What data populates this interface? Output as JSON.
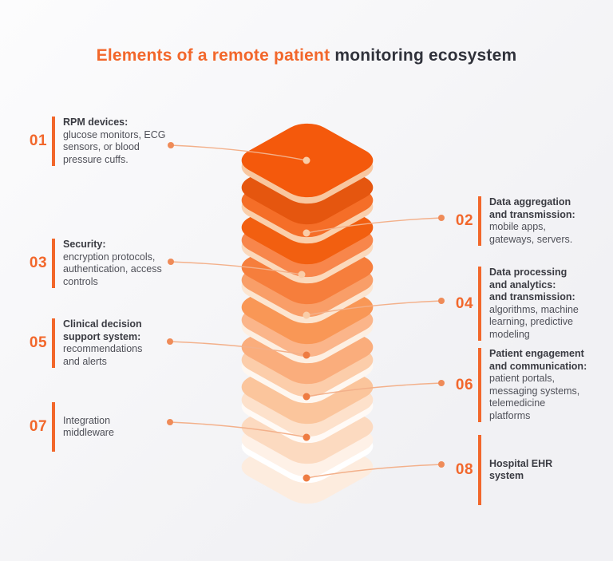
{
  "title": {
    "highlight": "Elements of a remote patient",
    "rest": "monitoring ecosystem"
  },
  "items": [
    {
      "num": "01",
      "side": "left",
      "heading_lines": [
        "RPM devices:"
      ],
      "body_lines": [
        "glucose monitors, ECG",
        "sensors, or blood",
        "pressure cuffs."
      ]
    },
    {
      "num": "02",
      "side": "right",
      "heading_lines": [
        "Data aggregation",
        "and transmission:"
      ],
      "body_lines": [
        "mobile apps,",
        "gateways, servers."
      ]
    },
    {
      "num": "03",
      "side": "left",
      "heading_lines": [
        "Security:"
      ],
      "body_lines": [
        "encryption protocols,",
        "authentication, access",
        "controls"
      ]
    },
    {
      "num": "04",
      "side": "right",
      "heading_lines": [
        "Data processing",
        "and analytics:",
        "and transmission:"
      ],
      "body_lines": [
        "algorithms, machine",
        "learning, predictive",
        "modeling"
      ]
    },
    {
      "num": "05",
      "side": "left",
      "heading_lines": [
        "Clinical decision",
        "support system:"
      ],
      "body_lines": [
        "recommendations",
        "and alerts"
      ]
    },
    {
      "num": "06",
      "side": "right",
      "heading_lines": [
        "Patient engagement",
        "and communication:"
      ],
      "body_lines": [
        "patient portals,",
        "messaging systems,",
        "telemedicine",
        "platforms"
      ]
    },
    {
      "num": "07",
      "side": "left",
      "heading_lines": [],
      "body_lines": [
        "Integration",
        "middleware"
      ]
    },
    {
      "num": "08",
      "side": "right",
      "heading_lines": [
        "Hospital EHR",
        "system"
      ],
      "body_lines": []
    }
  ],
  "stack": {
    "tiles": [
      {
        "name": "layer-1",
        "face": "#F4590C",
        "side": "#E5560F",
        "rim": "#F8C7A0"
      },
      {
        "name": "layer-2",
        "face": "#F56E28",
        "side": "#F25F10",
        "rim": "#FACFAB"
      },
      {
        "name": "layer-3",
        "face": "#F8864B",
        "side": "#F67E3C",
        "rim": "#FBD9BC"
      },
      {
        "name": "layer-4",
        "face": "#F99E68",
        "side": "#F99756",
        "rim": "#FCE5D0"
      },
      {
        "name": "layer-5",
        "face": "#FBB58A",
        "side": "#FAAD7C",
        "rim": "#FDEFE2"
      },
      {
        "name": "layer-6",
        "face": "#FCCDAA",
        "side": "#FBC59C",
        "rim": "#FEF7F0"
      },
      {
        "name": "layer-7",
        "face": "#FDE1CB",
        "side": "#FCDAC0",
        "rim": "#FFFAF6"
      },
      {
        "name": "layer-8",
        "face": "#FEF1E7",
        "side": "#FDECDE",
        "rim": "#FFFFFF"
      }
    ]
  },
  "colors": {
    "accent": "#F2672B",
    "title_dark": "#30323B",
    "heading_text": "#3A3B42",
    "body_text": "#4F5058",
    "connector_line": "#F3B08A",
    "dot_text_end": "#EF8B58",
    "dot_tile_light": "#F9CDA8",
    "dot_tile_dark": "#EE7C42",
    "background_top": "#FCFCFD",
    "background_bottom": "#F1F1F4"
  }
}
